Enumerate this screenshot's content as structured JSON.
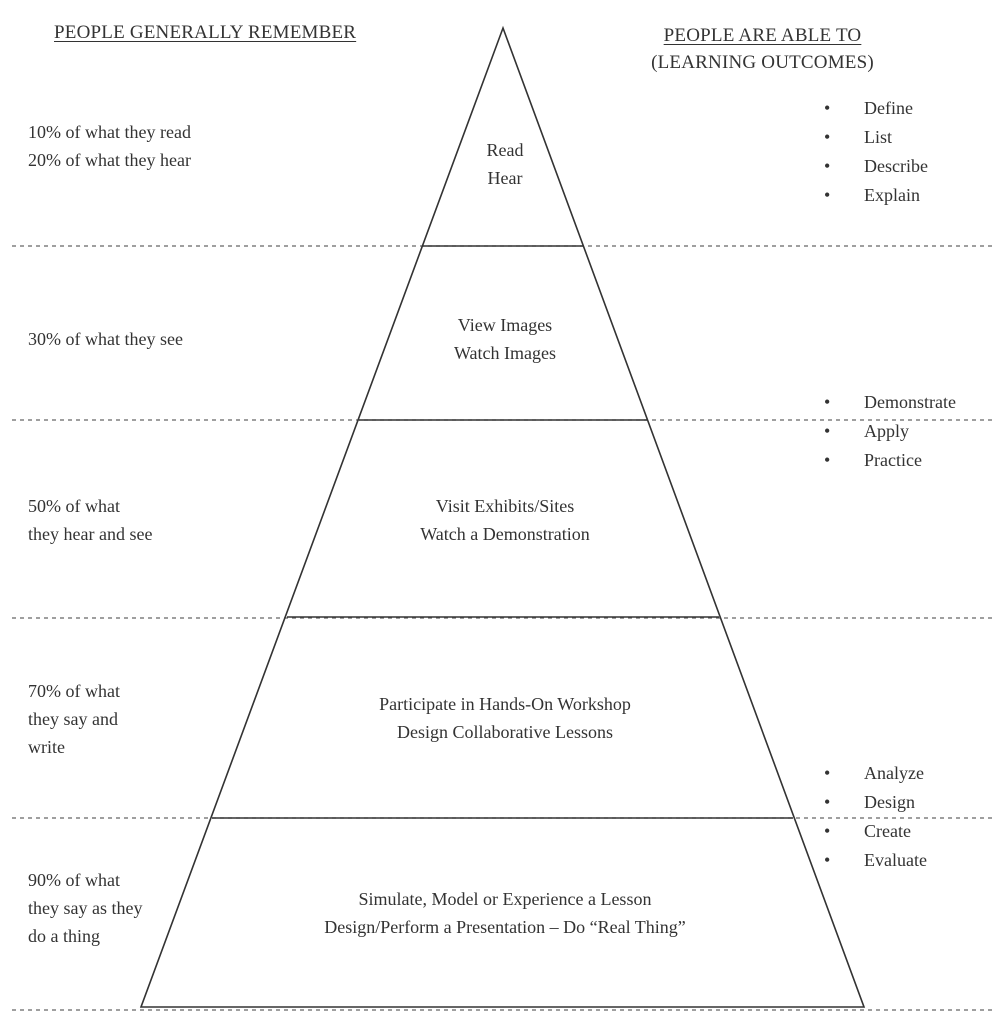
{
  "headers": {
    "left": "PEOPLE GENERALLY REMEMBER",
    "right_line1": "PEOPLE ARE ABLE TO",
    "right_line2": "(LEARNING OUTCOMES)"
  },
  "tiers": [
    {
      "remember": "10% of what they read\n20% of what they hear",
      "activities": "Read\nHear"
    },
    {
      "remember": "30% of what they see",
      "activities": "View Images\nWatch Images"
    },
    {
      "remember": "50% of what\nthey hear and see",
      "activities": "Visit Exhibits/Sites\nWatch a Demonstration"
    },
    {
      "remember": "70% of what\nthey say and\nwrite",
      "activities": "Participate in Hands-On Workshop\nDesign Collaborative Lessons"
    },
    {
      "remember": "90% of what\nthey say as they\ndo a thing",
      "activities": "Simulate, Model or Experience a Lesson\nDesign/Perform a Presentation – Do “Real Thing”"
    }
  ],
  "outcomes": [
    {
      "items": [
        "Define",
        "List",
        "Describe",
        "Explain"
      ]
    },
    {
      "items": [
        "Demonstrate",
        "Apply",
        "Practice"
      ]
    },
    {
      "items": [
        "Analyze",
        "Design",
        "Create",
        "Evaluate"
      ]
    }
  ],
  "colors": {
    "line": "#333333",
    "dashed": "#666666",
    "text": "#333333"
  }
}
